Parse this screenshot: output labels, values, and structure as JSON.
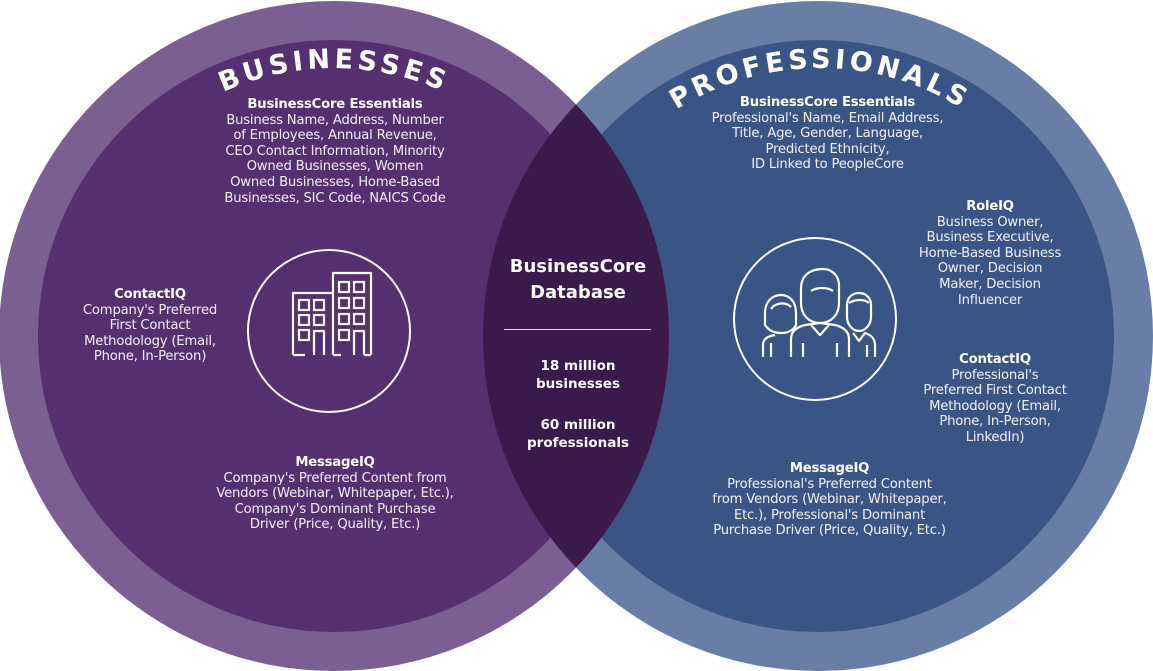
{
  "colors": {
    "left_ring": "#7b5f92",
    "left_inner": "#552f70",
    "right_ring": "#687ea6",
    "right_inner": "#3a5585",
    "overlap": "#391a4b",
    "text": "#ffffff"
  },
  "left": {
    "ring_label": "BUSINESSES",
    "essentials": {
      "title": "BusinessCore Essentials",
      "text": "Business Name, Address, Number\nof Employees, Annual Revenue,\nCEO Contact Information, Minority\nOwned Businesses, Women\nOwned Businesses, Home-Based\nBusinesses, SIC Code, NAICS Code"
    },
    "contactiq": {
      "title": "ContactIQ",
      "text": "Company's Preferred\nFirst Contact\nMethodology (Email,\nPhone, In-Person)"
    },
    "messageiq": {
      "title": "MessageIQ",
      "text": "Company's Preferred Content from\nVendors (Webinar, Whitepaper, Etc.),\nCompany's Dominant Purchase\nDriver (Price, Quality, Etc.)"
    },
    "icon": "office-buildings-icon"
  },
  "center": {
    "title": "BusinessCore\nDatabase",
    "stats": [
      "18 million\nbusinesses",
      "60 million\nprofessionals"
    ]
  },
  "right": {
    "ring_label": "PROFESSIONALS",
    "essentials": {
      "title": "BusinessCore Essentials",
      "text": "Professional's Name, Email Address,\nTitle, Age, Gender, Language,\nPredicted Ethnicity,\nID Linked to PeopleCore"
    },
    "roleiq": {
      "title": "RoleIQ",
      "text": "Business Owner,\nBusiness Executive,\nHome-Based Business\nOwner, Decision\nMaker, Decision\nInfluencer"
    },
    "contactiq": {
      "title": "ContactIQ",
      "text": "Professional's\nPreferred First Contact\nMethodology (Email,\nPhone, In-Person,\nLinkedIn)"
    },
    "messageiq": {
      "title": "MessageIQ",
      "text": "Professional's Preferred Content\nfrom Vendors (Webinar, Whitepaper,\nEtc.), Professional's Dominant\nPurchase Driver (Price, Quality, Etc.)"
    },
    "icon": "people-group-icon"
  }
}
